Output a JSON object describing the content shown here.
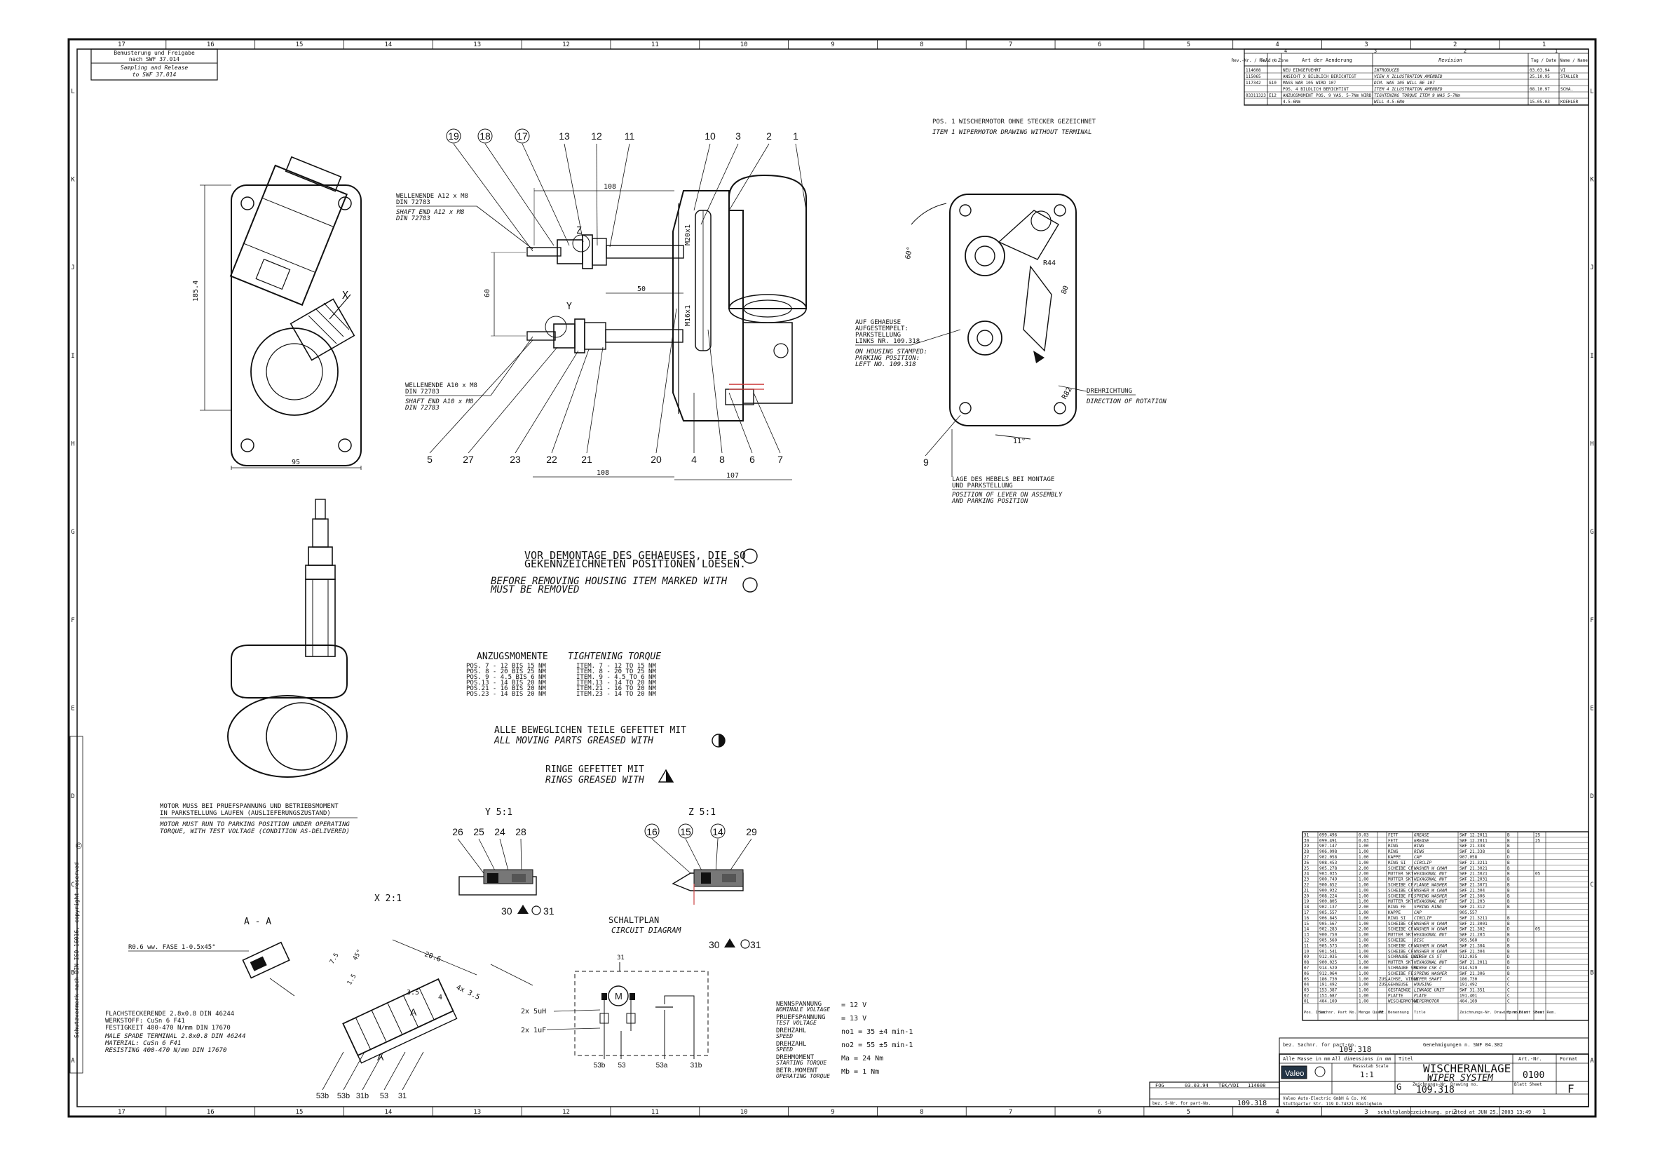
{
  "sheet": {
    "top_left_note_de": [
      "Bemusterung und Freigabe",
      "nach SWF 37.014"
    ],
    "top_left_note_en": [
      "Sampling and Release",
      "to SWF 37.014"
    ],
    "border_columns": [
      "17",
      "16",
      "15",
      "14",
      "13",
      "12",
      "11",
      "10",
      "9",
      "8",
      "7",
      "6",
      "5",
      "4",
      "3",
      "2",
      "1"
    ],
    "border_rows": [
      "L",
      "K",
      "J",
      "I",
      "H",
      "G",
      "F",
      "E",
      "D",
      "C",
      "B",
      "A"
    ],
    "copyright_vertical": "Schutzvermerk nach DIN ISO 16016, copyright reserved",
    "copyright_symbol": "©"
  },
  "revision_table": {
    "header": [
      "Rev.-Nr. / Rev. no.",
      "Feld / Zone",
      "Art der Aenderung",
      "Revision",
      "Tag / Date",
      "Name / Name"
    ],
    "col_numbers": [
      "4",
      "3",
      "2",
      "1"
    ],
    "rows": [
      [
        "114608",
        "",
        "NEU EINGEFUEHRT",
        "INTRODUCED",
        "03.03.94",
        "VI"
      ],
      [
        "115065",
        "",
        "ANSICHT X BILDLICH BERICHTIGT",
        "VIEW X ILLUSTRATION AMENDED",
        "25.10.95",
        "STALLER"
      ],
      [
        "117342",
        "G10",
        "MASS WAR 105 WIRD 107",
        "DIM. WAS 105 WILL BE 107",
        "",
        ""
      ],
      [
        "",
        "",
        "POS. 4 BILDLICH BERICHTIGT",
        "ITEM 4 ILLUSTRATION AMENDED",
        "08.10.97",
        "SCHA."
      ],
      [
        "03311323",
        "E12",
        "ANZUGSMOMENT POS. 9 VAS. 5-7Nm WIRD",
        "TIGHTENING TORQUE ITEM 9 WAS 5-7Nm",
        "",
        ""
      ],
      [
        "",
        "",
        "4.5-6Nm",
        "WILL 4.5-6Nm",
        "15.05.03",
        "KOEHLER"
      ]
    ]
  },
  "main_view": {
    "callouts_top": [
      "19",
      "18",
      "17",
      "13",
      "12",
      "11",
      "10",
      "3",
      "2",
      "1"
    ],
    "callouts_bottom": [
      "5",
      "27",
      "23",
      "22",
      "21",
      "20",
      "4",
      "8",
      "6",
      "7"
    ],
    "dim_108_top": "108",
    "dim_108_bottom": "108",
    "dim_107": "107",
    "dim_60": "60",
    "dim_50": "50",
    "thread_top": "M20x1",
    "thread_bottom": "M16x1",
    "label_z": "Z",
    "label_y": "Y",
    "shaft_end_a12_de": [
      "WELLENENDE A12 x M8",
      "DIN 72783"
    ],
    "shaft_end_a12_en": [
      "SHAFT END A12 x M8",
      "DIN 72783"
    ],
    "shaft_end_a10_de": [
      "WELLENENDE A10 x M8",
      "DIN 72783"
    ],
    "shaft_end_a10_en": [
      "SHAFT END A10 x M8",
      "DIN 72783"
    ]
  },
  "left_view": {
    "dim_185": "185.4",
    "dim_95": "95",
    "label_x": "X"
  },
  "right_view": {
    "title_de": "POS. 1 WISCHERMOTOR OHNE STECKER GEZEICHNET",
    "title_en": "ITEM 1 WIPERMOTOR DRAWING WITHOUT TERMINAL",
    "angle_60": "60°",
    "dim_r44": "R44",
    "dim_80": "80",
    "dim_r82": "R82",
    "angle_11": "11°",
    "callout_9": "9",
    "housing_stamp_de": [
      "AUF GEHAEUSE",
      "AUFGESTEMPELT:",
      "PARKSTELLUNG",
      "LINKS NR. 109.318"
    ],
    "housing_stamp_en": [
      "ON HOUSING STAMPED:",
      "PARKING POSITION:",
      "LEFT NO. 109.318"
    ],
    "rotation_de": "DREHRICHTUNG",
    "rotation_en": "DIRECTION OF ROTATION",
    "lever_de": [
      "LAGE DES HEBELS BEI MONTAGE",
      "UND PARKSTELLUNG"
    ],
    "lever_en": [
      "POSITION OF LEVER ON ASSEMBLY",
      "AND PARKING POSITION"
    ]
  },
  "notes": {
    "dismount_de": [
      "VOR DEMONTAGE DES GEHAEUSES, DIE SO",
      "GEKENNZEICHNETEN POSITIONEN LOESEN."
    ],
    "dismount_en": [
      "BEFORE REMOVING HOUSING ITEM MARKED WITH",
      "MUST BE REMOVED"
    ],
    "torque_title_de": "ANZUGSMOMENTE",
    "torque_title_en": "TIGHTENING TORQUE",
    "torque_de": [
      "POS. 7 - 12  BIS 15 NM",
      "POS. 8 - 20  BIS 25 NM",
      "POS. 9 - 4.5  BIS 6 NM",
      "POS.13 - 14  BIS 20 NM",
      "POS.21 - 16  BIS 20 NM",
      "POS.23 - 14  BIS 20 NM"
    ],
    "torque_en": [
      "ITEM. 7 - 12  TO 15 NM",
      "ITEM. 8 - 20  TO 25 NM",
      "ITEM. 9 - 4.5  TO 6 NM",
      "ITEM.13 - 14  TO 20 NM",
      "ITEM.21 - 16  TO 20 NM",
      "ITEM.23 - 14  TO 20 NM"
    ],
    "greased_de": "ALLE BEWEGLICHEN TEILE GEFETTET MIT",
    "greased_en": "ALL MOVING PARTS GREASED WITH",
    "rings_de": "RINGE GEFETTET MIT",
    "rings_en": "RINGS GREASED WITH",
    "motor_de": [
      "MOTOR MUSS BEI PRUEFSPANNUNG UND BETRIEBSMOMENT",
      "IN PARKSTELLUNG LAUFEN (AUSLIEFERUNGSZUSTAND)"
    ],
    "motor_en": [
      "MOTOR MUST RUN TO PARKING POSITION UNDER OPERATING",
      "TORQUE, WITH TEST VOLTAGE (CONDITION AS-DELIVERED)"
    ]
  },
  "details": {
    "y_title": "Y 5:1",
    "y_callouts": [
      "26",
      "25",
      "24",
      "28"
    ],
    "y_bottom": "30",
    "y_bottom2": "31",
    "z_title": "Z  5:1",
    "z_callouts": [
      "16",
      "15",
      "14",
      "29"
    ],
    "z_bottom": "30",
    "z_bottom2": "31",
    "x_title": "X  2:1",
    "aa_title": "A - A",
    "aa_note": "R0.6 ww. FASE 1-0.5x45°",
    "x_dims": [
      "7.5",
      "1.5",
      "45°",
      "20.6",
      "4x 3.5",
      "3.5",
      "4"
    ],
    "terminal_labels": [
      "53b",
      "53b",
      "31b",
      "53",
      "31"
    ],
    "terminal_de": [
      "FLACHSTECKERENDE 2.8x0.8 DIN 46244",
      "WERKSTOFF: CuSn 6 F41",
      "FESTIGKEIT 400-470 N/mm  DIN 17670"
    ],
    "terminal_en": [
      "MALE SPADE TERMINAL 2.8x0.8 DIN 46244",
      "MATERIAL: CuSn 6 F41",
      "RESISTING 400-470 N/mm  DIN 17670"
    ]
  },
  "circuit": {
    "title_de": "SCHALTPLAN",
    "title_en": "CIRCUIT DIAGRAM",
    "top_label": "31",
    "motor_label": "M",
    "choke": "2x 5uH",
    "cap": "2x 1uF",
    "bottom_labels": [
      "53b",
      "53",
      "53a",
      "31b"
    ]
  },
  "specs": [
    {
      "de": "NENNSPANNUNG",
      "en": "NOMINALE VOLTAGE",
      "val": "= 12 V"
    },
    {
      "de": "PRUEFSPANNUNG",
      "en": "TEST VOLTAGE",
      "val": "= 13 V"
    },
    {
      "de": "DREHZAHL",
      "en": "SPEED",
      "val": "no1 = 35 ±4 min-1"
    },
    {
      "de": "DREHZAHL",
      "en": "SPEED",
      "val": "no2 = 55 ±5 min-1"
    },
    {
      "de": "DREHMOMENT",
      "en": "STARTING TORQUE",
      "val": "Ma = 24 Nm"
    },
    {
      "de": "BETR.MOMENT",
      "en": "OPERATING TORQUE",
      "val": "Mb = 1 Nm"
    }
  ],
  "parts_list": {
    "header": [
      "Pos. Item",
      "Sachnr. Part No.",
      "Menge Quant.",
      "ME",
      "Benennung",
      "Title",
      "Zeichnungs-Nr. Drawing no.",
      "Form Form",
      "Blatt Sheet",
      "Bem. Rem."
    ],
    "rows": [
      [
        "31",
        "099.496",
        "0.03",
        "",
        "FETT",
        "GREASE",
        "SWF 12.2011",
        "B",
        "",
        "25"
      ],
      [
        "30",
        "099.491",
        "0.03",
        "",
        "FETT",
        "GREASE",
        "SWF 12.2011",
        "B",
        "",
        "25"
      ],
      [
        "29",
        "907.147",
        "1.00",
        "",
        "RING",
        "RING",
        "SWF 21.338",
        "B",
        "",
        ""
      ],
      [
        "28",
        "906.098",
        "1.00",
        "",
        "RING",
        "RING",
        "SWF 21.338",
        "B",
        "",
        ""
      ],
      [
        "27",
        "902.058",
        "1.00",
        "",
        "KAPPE",
        "CAP",
        "907.058",
        "D",
        "",
        ""
      ],
      [
        "26",
        "908.453",
        "1.00",
        "",
        "RING SI",
        "CIRCLIP",
        "SWF 21.3211",
        "B",
        "",
        ""
      ],
      [
        "25",
        "905.278",
        "2.00",
        "",
        "SCHEIBE CF",
        "WASHER W CHAM",
        "SWF 21.3021",
        "B",
        "",
        ""
      ],
      [
        "24",
        "903.035",
        "2.00",
        "",
        "MUTTER SKT",
        "HEXAGONAL NUT",
        "SWF 21.3021",
        "B",
        "",
        "05"
      ],
      [
        "23",
        "900.749",
        "1.00",
        "",
        "MUTTER SKT",
        "HEXAGONAL NUT",
        "SWF 21.2031",
        "B",
        "",
        ""
      ],
      [
        "22",
        "900.652",
        "1.00",
        "",
        "SCHEIBE CF",
        "FLANGE WASHER",
        "SWF 21.3071",
        "B",
        "",
        ""
      ],
      [
        "21",
        "900.932",
        "1.00",
        "",
        "SCHEIBE CF",
        "WASHER W CHAM",
        "SWF 21.304",
        "B",
        "",
        ""
      ],
      [
        "20",
        "908.224",
        "1.00",
        "",
        "SCHEIBE FE",
        "SPRING WASHER",
        "SWF 21.306",
        "B",
        "",
        ""
      ],
      [
        "19",
        "900.805",
        "1.00",
        "",
        "MUTTER SKT",
        "HEXAGONAL NUT",
        "SWF 21.203",
        "B",
        "",
        ""
      ],
      [
        "18",
        "902.137",
        "2.00",
        "",
        "RING FE",
        "SPRING RING",
        "SWF 21.312",
        "B",
        "",
        ""
      ],
      [
        "17",
        "905.557",
        "1.00",
        "",
        "KAPPE",
        "CAP",
        "905.557",
        "",
        "",
        ""
      ],
      [
        "16",
        "906.845",
        "1.00",
        "",
        "RING SI",
        "CIRCLIP",
        "SWF 21.3211",
        "B",
        "",
        ""
      ],
      [
        "15",
        "905.567",
        "1.00",
        "",
        "SCHEIBE CF",
        "WASHER W CHAM",
        "SWF 21.3001",
        "B",
        "",
        ""
      ],
      [
        "14",
        "902.283",
        "2.00",
        "",
        "SCHEIBE CF",
        "WASHER W CHAM",
        "SWF 21.302",
        "D",
        "",
        "05"
      ],
      [
        "13",
        "900.750",
        "1.00",
        "",
        "MUTTER SKT",
        "HEXAGONAL NUT",
        "SWF 21.203",
        "B",
        "",
        ""
      ],
      [
        "12",
        "905.560",
        "1.00",
        "",
        "SCHEIBE",
        "DISC",
        "905.560",
        "D",
        "",
        ""
      ],
      [
        "11",
        "905.573",
        "1.00",
        "",
        "SCHEIBE CF",
        "WASHER W CHAM",
        "SWF 21.304",
        "B",
        "",
        ""
      ],
      [
        "10",
        "901.541",
        "1.00",
        "",
        "SCHEIBE CF",
        "WASHER W CHAM",
        "SWF 21.304",
        "B",
        "",
        ""
      ],
      [
        "09",
        "912.035",
        "4.00",
        "",
        "SCHRAUBE LKSF",
        "SCREW CS ST",
        "912.035",
        "D",
        "",
        ""
      ],
      [
        "08",
        "900.025",
        "1.00",
        "",
        "MUTTER SKT",
        "HEXAGONAL NUT",
        "SWF 21.2011",
        "B",
        "",
        ""
      ],
      [
        "07",
        "914.529",
        "3.00",
        "",
        "SCHRAUBE SPK",
        "SCREW CSK C",
        "914.529",
        "D",
        "",
        ""
      ],
      [
        "06",
        "912.064",
        "1.00",
        "",
        "SCHEIBE FE",
        "SPRING WASHER",
        "SWF 21.306",
        "B",
        "",
        ""
      ],
      [
        "05",
        "186.730",
        "1.00",
        "ZUS.",
        "ACHSE, VIRCH.",
        "WIPER SHAFT",
        "186.730",
        "C",
        "",
        ""
      ],
      [
        "04",
        "191.492",
        "1.00",
        "ZUS.",
        "GEHAEUSE",
        "HOUSING",
        "191.492",
        "C",
        "",
        ""
      ],
      [
        "03",
        "153.387",
        "1.00",
        "",
        "GESTAENGE",
        "LINKAGE UNIT",
        "SWF 31.351",
        "C",
        "",
        ""
      ],
      [
        "02",
        "153.687",
        "1.00",
        "",
        "PLATTE",
        "PLATE",
        "191.401",
        "C",
        "",
        ""
      ],
      [
        "01",
        "404.109",
        "1.00",
        "",
        "WISCHERMOTOR",
        "WIPERMOTOR",
        "404.109",
        "C",
        "",
        ""
      ]
    ]
  },
  "title_block": {
    "zust_label": "bez. Sachnr. for part-no.",
    "part_ref": "109.318",
    "general_note": "Genehmigungen n. SWF 04.302",
    "tolerance": "Alle Masse in mm",
    "tolerance_en": "All dimensions in mm",
    "scale_label": "Massstab Scale",
    "scale": "1:1",
    "title_label": "Titel",
    "title_de": "WISCHERANLAGE",
    "title_en": "WIPER SYSTEM",
    "drawing_no_label": "Zeichnungs-Nr. Drawing no.",
    "drawing_no": "109.318",
    "sheet_label": "Blatt Sheet",
    "article_label": "Art.-Nr.",
    "art_number": "0100",
    "format_label": "Format",
    "format": "F",
    "size_letter": "G",
    "company": "Valeo",
    "company_full": [
      "Valeo Auto-Electric GmbH & Co. KG",
      "Stuttgarter Str. 119 D-74321 Bietigheim"
    ],
    "fog_row": [
      "FOG",
      "03.03.94",
      "TEK/VDI",
      "114608"
    ],
    "replaced_label": "bez. S-Nr. for part-No.",
    "replaced_no": "109.318",
    "footer_note": "schaltplanbezeichnung.  printed at JUN 25, 2003  13:49"
  }
}
